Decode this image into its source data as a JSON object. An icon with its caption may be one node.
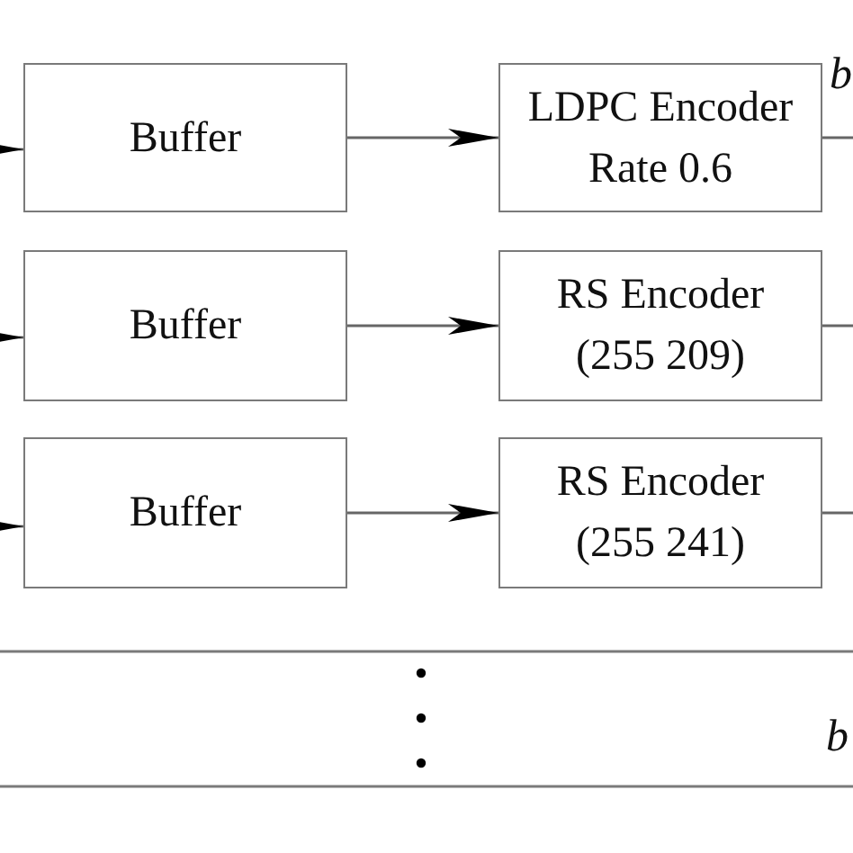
{
  "diagram": {
    "nodes": [
      {
        "text": [
          "Buffer"
        ]
      },
      {
        "text": [
          "LDPC Encoder",
          "Rate 0.6"
        ]
      },
      {
        "text": [
          "Buffer"
        ]
      },
      {
        "text": [
          "RS Encoder",
          "(255 209)"
        ]
      },
      {
        "text": [
          "Buffer"
        ]
      },
      {
        "text": [
          "RS Encoder",
          "(255 241)"
        ]
      }
    ],
    "edges": [
      {
        "from": null,
        "to": 0,
        "arrow": "to"
      },
      {
        "from": 0,
        "to": 1,
        "arrow": "to"
      },
      {
        "from": 1,
        "to": null,
        "arrow": "none"
      },
      {
        "from": null,
        "to": 2,
        "arrow": "to"
      },
      {
        "from": 2,
        "to": 3,
        "arrow": "to"
      },
      {
        "from": 3,
        "to": null,
        "arrow": "none"
      },
      {
        "from": null,
        "to": 4,
        "arrow": "to"
      },
      {
        "from": 4,
        "to": 5,
        "arrow": "to"
      },
      {
        "from": 5,
        "to": null,
        "arrow": "none"
      }
    ],
    "labels": [
      "b",
      "b"
    ]
  }
}
